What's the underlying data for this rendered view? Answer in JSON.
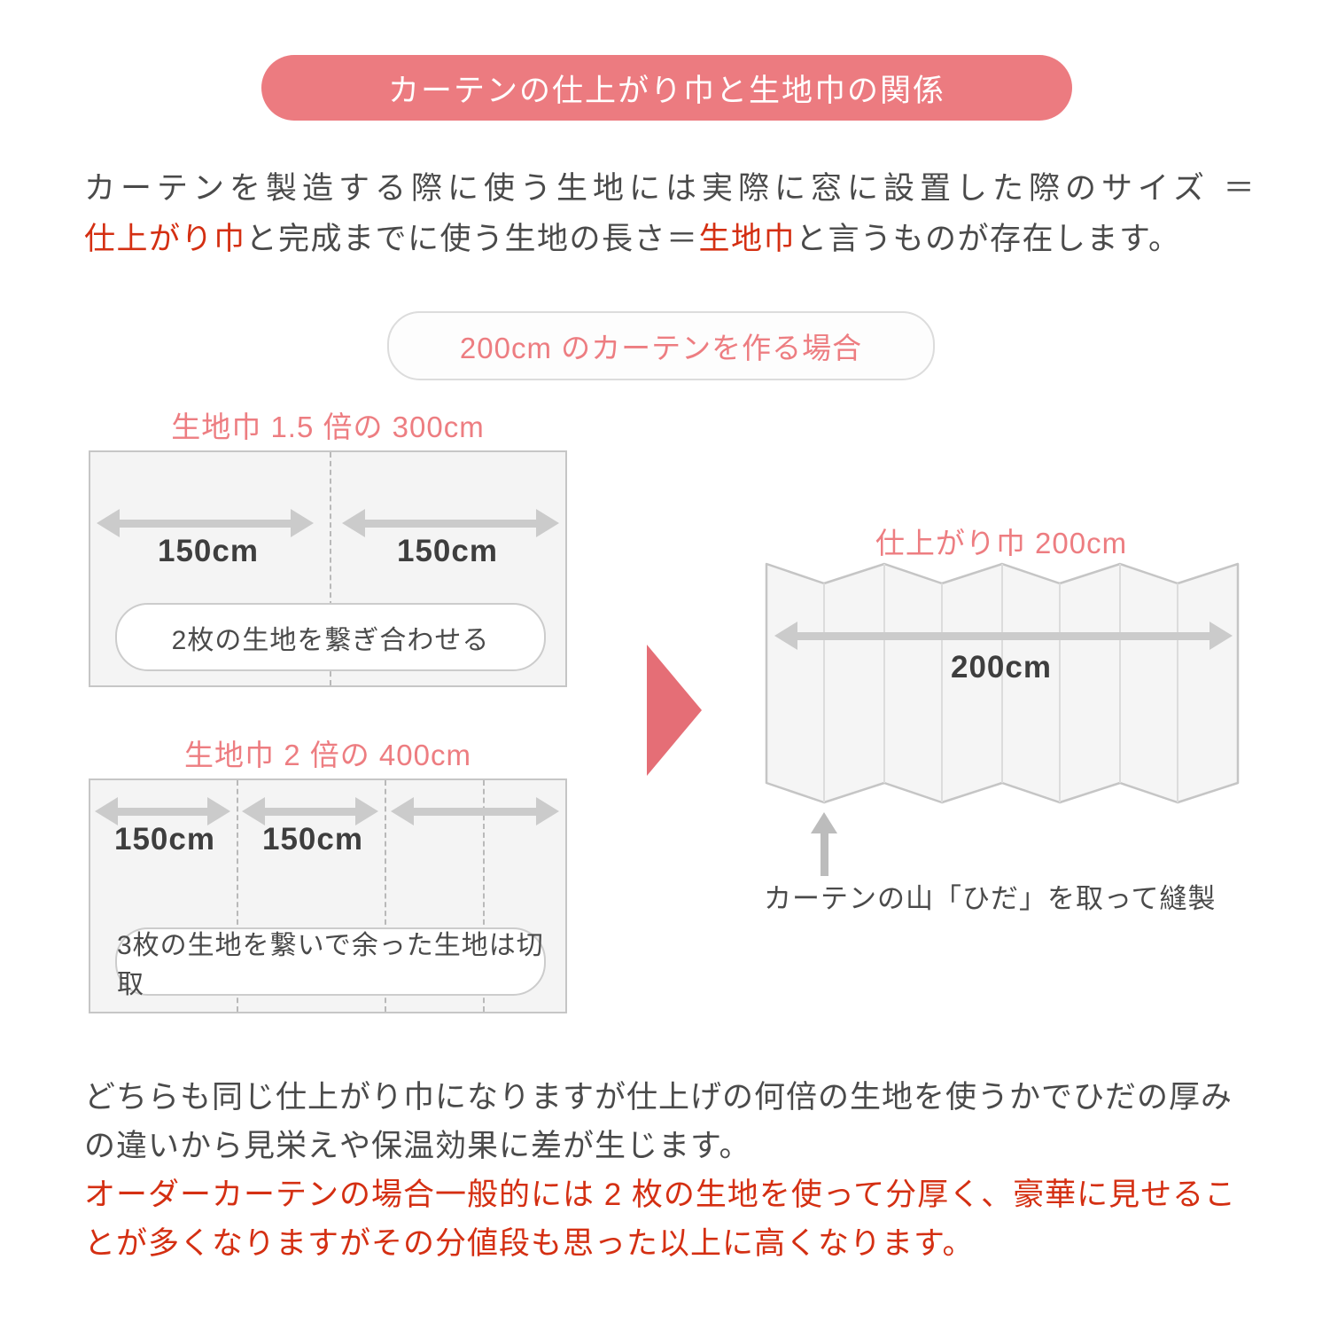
{
  "banner": {
    "title": "カーテンの仕上がり巾と生地巾の関係"
  },
  "intro": {
    "line1": "カーテンを製造する際に使う生地には実際に窓に設置した際のサイズ ＝",
    "term_finished_width": "仕上がり巾",
    "line2_mid": "と完成までに使う生地の長さ＝",
    "term_fabric_width": "生地巾",
    "line2_end": "と言うものが存在します。"
  },
  "case_pill": {
    "label": "200cm のカーテンを作る場合"
  },
  "diagram_fabric_15x": {
    "title": "生地巾 1.5 倍の 300cm",
    "width_labels": [
      "150cm",
      "150cm"
    ],
    "note": "2枚の生地を繋ぎ合わせる"
  },
  "diagram_fabric_2x": {
    "title": "生地巾 2 倍の 400cm",
    "width_labels": [
      "150cm",
      "150cm"
    ],
    "note": "3枚の生地を繋いで余った生地は切取"
  },
  "diagram_result": {
    "title": "仕上がり巾 200cm",
    "width_label": "200cm",
    "caption": "カーテンの山「ひだ」を取って縫製"
  },
  "footer": {
    "line1": "どちらも同じ仕上がり巾になりますが仕上げの何倍の生地を使うかでひだの厚み",
    "line2": "の違いから見栄えや保温効果に差が生じます。",
    "line3_red": "オーダーカーテンの場合一般的には 2 枚の生地を使って分厚く、豪華に見せるこ",
    "line4_red": "とが多くなりますがその分値段も思った以上に高くなります。"
  },
  "colors": {
    "accent_pink": "#ec7b80",
    "pink_text": "#ed7d81",
    "arrow_pink": "#e56e76",
    "text_red": "#d42f12",
    "text_dark": "#4a4a4a",
    "gray_arrow": "#cbcbcb",
    "rect_fill": "#f4f4f4",
    "rect_border": "#c6c6c6"
  }
}
